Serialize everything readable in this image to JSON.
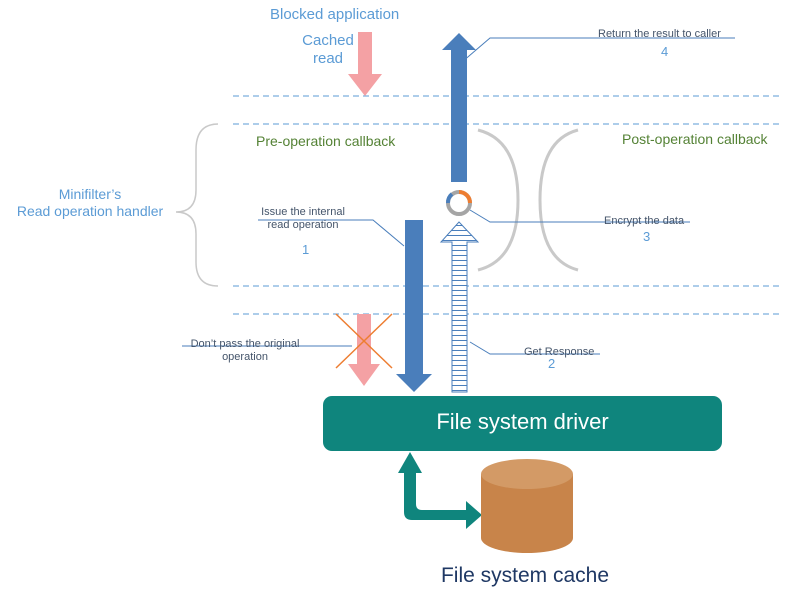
{
  "labels": {
    "blocked_application": "Blocked application",
    "cached_read": "Cached\nread",
    "return_result": "Return the result to caller",
    "step4": "4",
    "pre_operation_callback": "Pre-operation callback",
    "post_operation_callback": "Post-operation callback",
    "minifilter_handler": "Minifilter’s\nRead operation handler",
    "issue_internal_read": "Issue the internal\nread operation",
    "step1": "1",
    "encrypt_data": "Encrypt the data",
    "step3": "3",
    "dont_pass": "Don’t pass the original\noperation",
    "get_response": "Get Response",
    "step2": "2",
    "file_system_driver": "File system driver",
    "file_system_cache": "File system cache"
  },
  "colors": {
    "blue_arrow": "#4a7ebb",
    "pink_arrow": "#f4a1a4",
    "orange_cross": "#ed7d31",
    "driver_box": "#0f857d",
    "cache_cylinder": "#c8844a",
    "dashed_line": "#5b9bd5",
    "label_blue": "#5b9bd5",
    "label_green": "#548235"
  },
  "icons": {
    "encrypt_cycle": "refresh-cycle-icon"
  }
}
